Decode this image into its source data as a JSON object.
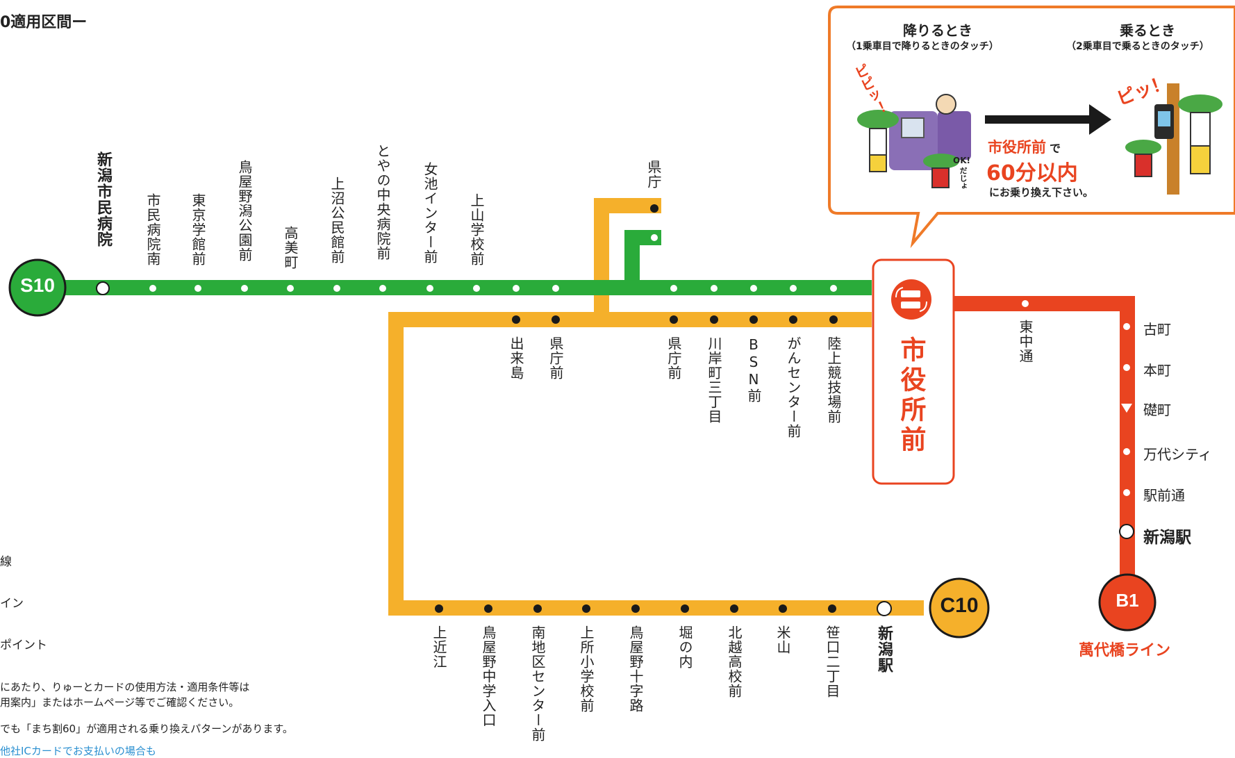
{
  "page": {
    "title": "0適用区間ー",
    "legend": [
      "線",
      "イン",
      "ポイント"
    ],
    "notes": [
      "にあたり、りゅーとカードの使用方法・適用条件等は",
      "用案内」またはホームページ等でご確認ください。",
      "でも「まち割60」が適用される乗り換えパターンがあります。",
      "他社ICカードでお支払いの場合も"
    ]
  },
  "colors": {
    "green": "#2aab3a",
    "yellow": "#f5b02b",
    "red": "#e94420",
    "black": "#1a1a1a"
  },
  "routes": {
    "s10": {
      "badge": "S10"
    },
    "c10": {
      "badge": "C10"
    },
    "b1": {
      "badge": "B1",
      "name": "萬代橋ライン"
    }
  },
  "hub": {
    "name": "市役所前",
    "icon": "bus-transfer-icon"
  },
  "green_stops": [
    "新潟市民病院",
    "市民病院南",
    "東京学館前",
    "鳥屋野潟公園前",
    "高美町",
    "上沼公民館前",
    "とやの中央病院前",
    "女池インター前",
    "上山学校前"
  ],
  "top_stop": "県庁",
  "yellow_upper_stops": [
    "出来島",
    "県庁前",
    "県庁前",
    "川岸町三丁目",
    "BSN前",
    "がんセンター前",
    "陸上競技場前"
  ],
  "yellow_bottom_stops": [
    "上近江",
    "鳥屋野中学入口",
    "南地区センター前",
    "上所小学校前",
    "鳥屋野十字路",
    "堀の内",
    "北越高校前",
    "米山",
    "笹口二丁目",
    "新潟駅"
  ],
  "red_stops": [
    "東中通",
    "古町",
    "本町",
    "礎町",
    "万代シティ",
    "駅前通",
    "新潟駅"
  ],
  "callout": {
    "left_title": "降りるとき",
    "left_sub": "（1乗車目で降りるときのタッチ）",
    "right_title": "乗るとき",
    "right_sub": "（2乗車目で乗るときのタッチ）",
    "msg_stop": "市役所前",
    "msg_de": "で",
    "msg_time": "60分以内",
    "msg_rest": "にお乗り換え下さい。",
    "beep_left": "ピピッ！",
    "beep_right": "ピッ！",
    "ok": "OK!",
    "dajo": "だじょ",
    "characters": "ryuto-mascot-illustrations"
  }
}
